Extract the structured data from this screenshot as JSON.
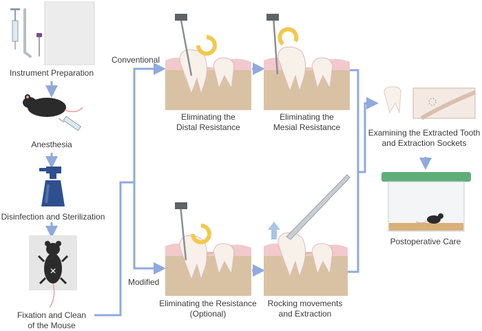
{
  "steps": {
    "instrument": "Instrument Preparation",
    "anesthesia": "Anesthesia",
    "disinfection": "Disinfection and Sterilization",
    "fixation_line1": "Fixation and Clean",
    "fixation_line2": "of the Mouse"
  },
  "branches": {
    "conventional": "Conventional",
    "modified": "Modified"
  },
  "conventional": {
    "distal_line1": "Eliminating the",
    "distal_line2": "Distal Resistance",
    "mesial_line1": "Eliminating the",
    "mesial_line2": "Mesial Resistance"
  },
  "modified": {
    "resistance_line1": "Eliminating the Resistance",
    "resistance_line2": "(Optional)",
    "rocking_line1": "Rocking movements",
    "rocking_line2": "and Extraction"
  },
  "outcome": {
    "examining_line1": "Examining the Extracted Tooth",
    "examining_line2": "and Extraction Sockets",
    "postop": "Postoperative Care"
  },
  "colors": {
    "arrow": "#8faadc",
    "gum": "#f2c9cc",
    "bone": "#d9c2a3",
    "tooth": "#f7f1ea",
    "rotate_arrow": "#f2c94c",
    "spray_bottle": "#2f4f8f",
    "cage_lid": "#5fae7a"
  }
}
